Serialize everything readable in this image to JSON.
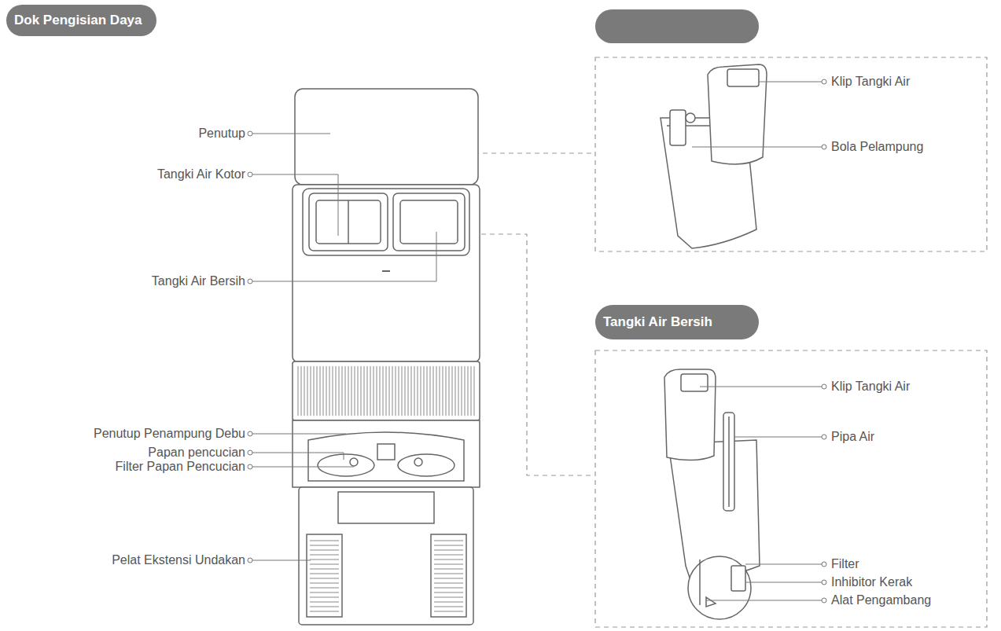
{
  "diagram": {
    "nodes": [
      {
        "text": [
          "Dok Pengisian Daya"
        ]
      },
      {
        "text": [
          "Tangki Air Bersih"
        ]
      }
    ],
    "labels": [
      "Penutup",
      "Tangki Air Kotor",
      "Tangki Air Bersih",
      "Penutup Penampung Debu",
      "Papan pencucian",
      "Filter Papan Pencucian",
      "Pelat Ekstensi Undakan",
      "Klip Tangki Air",
      "Bola Pelampung",
      "Klip Tangki Air",
      "Pipa Air",
      "Filter",
      "Inhibitor Kerak",
      "Alat Pengambang"
    ]
  }
}
